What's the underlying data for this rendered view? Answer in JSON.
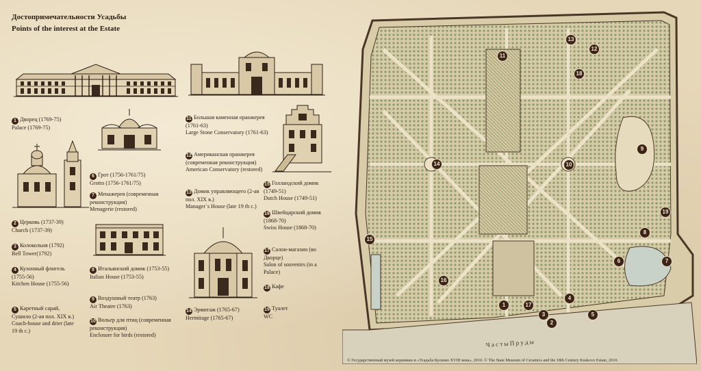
{
  "header": {
    "title_ru": "Достопримечательности Усадьбы",
    "title_en": "Points of the interest at the Estate"
  },
  "legend": [
    {
      "num": "1",
      "ru": "Дворец (1769-75)",
      "en": "Palace (1769-75)"
    },
    {
      "num": "2",
      "ru": "Церковь (1737-39)",
      "en": "Church (1737-39)"
    },
    {
      "num": "3",
      "ru": "Колокольня (1792)",
      "en": "Bell Tower(1792)"
    },
    {
      "num": "4",
      "ru": "Кухонный флигель (1755-56)",
      "en": "Kitchen House (1755-56)"
    },
    {
      "num": "5",
      "ru": "Каретный сарай, Сушило (2-ая пол. XIX в.)",
      "en": "Coach-house and drier (late 19 th c.)"
    },
    {
      "num": "6",
      "ru": "Грот (1756-1761/75)",
      "en": "Grotto (1756-1761/75)"
    },
    {
      "num": "7",
      "ru": "Менажерея (современная реконструкция)",
      "en": "Menagerie (restored)"
    },
    {
      "num": "8",
      "ru": "Итальянский домик (1753-55)",
      "en": "Italian House (1753-55)"
    },
    {
      "num": "9",
      "ru": "Воздушный театр (1763)",
      "en": "Air Theatre (1763)"
    },
    {
      "num": "10",
      "ru": "Вольер для птиц (современная реконструкция)",
      "en": "Enclosure for birds (restored)"
    },
    {
      "num": "11",
      "ru": "Большая каменная оранжерея (1761-63)",
      "en": "Large Stone Conservatory (1761-63)"
    },
    {
      "num": "12",
      "ru": "Американская оранжерея (современная реконструкция)",
      "en": "American Conservatory (restored)"
    },
    {
      "num": "13",
      "ru": "Домик управляющего (2-ая пол. XIX в.)",
      "en": "Manager`s House (late 19 th c.)"
    },
    {
      "num": "14",
      "ru": "Эрмитаж (1765-67)",
      "en": "Hermitage (1765-67)"
    },
    {
      "num": "15",
      "ru": "Голландский домик (1749-51)",
      "en": "Dutch House (1749-51)"
    },
    {
      "num": "16",
      "ru": "Швейцарский домик (1868-70)",
      "en": "Swiss House (1868-70)"
    },
    {
      "num": "17",
      "ru": "Салон-магазин (во Дворце)",
      "en": "Salon of souvenirs (in a Palace)"
    },
    {
      "num": "18",
      "ru": "Кафе",
      "en": "Cafe"
    },
    {
      "num": "19",
      "ru": "Туалет",
      "en": "WC"
    }
  ],
  "map": {
    "pond_label": "Ч а с т ы   П р у д ы",
    "markers": [
      "1",
      "2",
      "3",
      "4",
      "5",
      "6",
      "7",
      "8",
      "9",
      "10",
      "11",
      "12",
      "13",
      "14",
      "15",
      "16",
      "17",
      "18",
      "19"
    ],
    "credit": "© Государственный музей керамики и «Усадьба Кусково XVIII века», 2010.   © The State Museum of Ceramics and the 18th Century Kuskovo Estate, 2010."
  },
  "colors": {
    "paper": "#e6d7b8",
    "ink": "#2b1f16",
    "marker": "#3b2417",
    "water": "#c9d2c8"
  }
}
